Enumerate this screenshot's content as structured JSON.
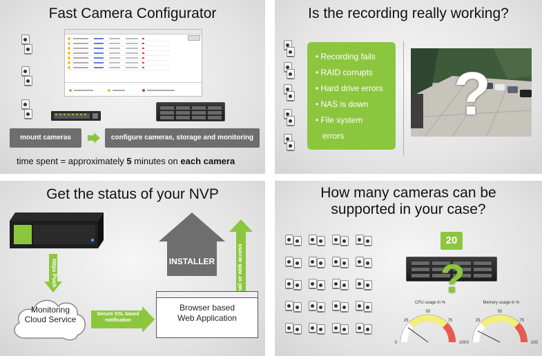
{
  "panels": {
    "p1": {
      "title": "Fast Camera Configurator",
      "step1": "mount cameras",
      "step2": "configure cameras, storage and monitoring",
      "time_prefix": "time spent = approximately ",
      "time_num": "5",
      "time_mid": " minutes on ",
      "time_bold": "each camera"
    },
    "p2": {
      "title": "Is the recording really working?",
      "bullets": [
        "Recording fails",
        "RAID corrupts",
        "Hard drive errors",
        "NAS is down",
        "File system",
        "errors"
      ],
      "question_mark": "?"
    },
    "p3": {
      "title": "Get the status of your NVP",
      "https_push": "https Push",
      "installer": "INSTALLER",
      "email_access": "email or web access",
      "cloud_line1": "Monitoring",
      "cloud_line2": "Cloud Service",
      "ssl_line1": "Secure SSL based",
      "ssl_line2": "notification",
      "browser_line1": "Browser based",
      "browser_line2": "Web Application"
    },
    "p4": {
      "title_line1": "How many cameras can be",
      "title_line2": "supported in your case?",
      "count_badge": "20",
      "question_mark": "?",
      "cpu_label": "CPU usage in %",
      "mem_label": "Memory usage in %",
      "gauge_ticks": [
        "0",
        "25",
        "50",
        "75",
        "100"
      ],
      "cpu_value": 20,
      "mem_value": 15
    }
  },
  "colors": {
    "green": "#8cc63f",
    "dark_gray_box": "#6e6e6e",
    "gauge_red": "#e85a4f",
    "gauge_yellow": "#f2ef7a",
    "gauge_green": "#c7dd58"
  },
  "icons": [
    "camera-icon",
    "switch-icon",
    "server-icon",
    "arrow-right-icon",
    "arrow-down-icon",
    "house-icon",
    "cloud-icon",
    "window-icon",
    "gauge-icon"
  ]
}
